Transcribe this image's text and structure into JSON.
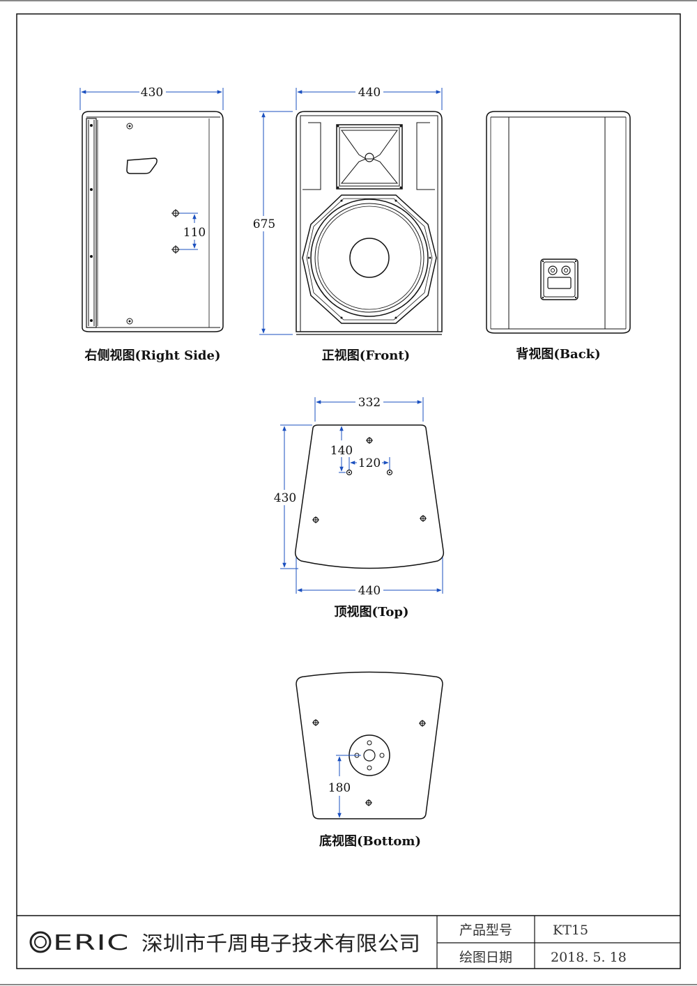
{
  "views": {
    "right_side": {
      "caption": "右侧视图(Right Side)",
      "width": "430",
      "hole_spacing": "110"
    },
    "front": {
      "caption": "正视图(Front)",
      "width": "440",
      "height": "675"
    },
    "back": {
      "caption": "背视图(Back)"
    },
    "top": {
      "caption": "顶视图(Top)",
      "top_width": "332",
      "bottom_width": "440",
      "depth": "430",
      "dim_a": "140",
      "dim_b": "120"
    },
    "bottom": {
      "caption": "底视图(Bottom)",
      "dim": "180"
    }
  },
  "title_block": {
    "company": "深圳市千周电子技术有限公司",
    "logo_text": "ERIC",
    "model_label": "产品型号",
    "model_value": "KT15",
    "date_label": "绘图日期",
    "date_value": "2018. 5. 18"
  },
  "colors": {
    "dimension_line": "#1a4fbf",
    "outline": "#111111"
  }
}
